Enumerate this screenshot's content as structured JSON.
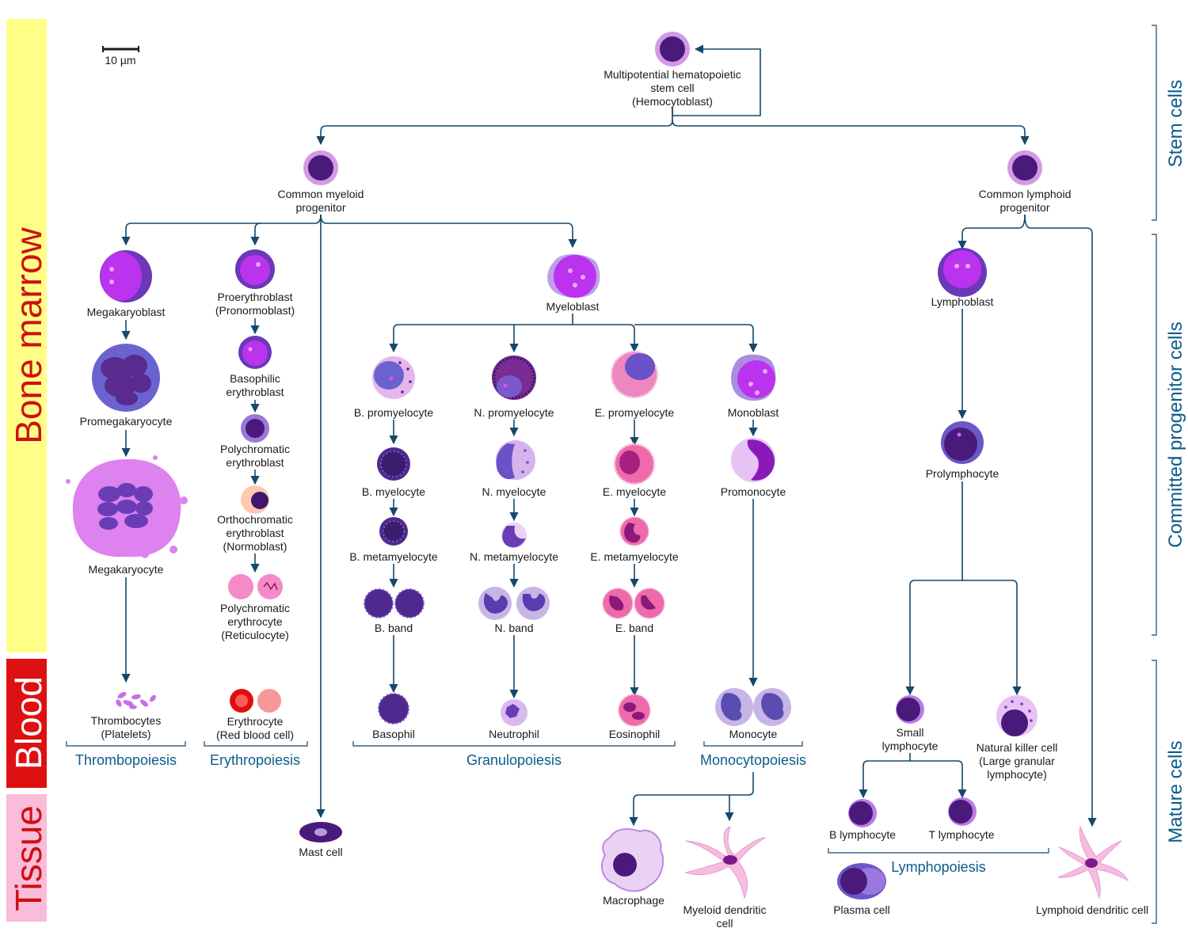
{
  "scale_bar": "10 µm",
  "zones": {
    "bone_marrow": "Bone marrow",
    "blood": "Blood",
    "tissue": "Tissue"
  },
  "stages": {
    "stem": "Stem cells",
    "committed": "Committed progenitor cells",
    "mature": "Mature cells"
  },
  "processes": {
    "thrombopoiesis": "Thrombopoiesis",
    "erythropoiesis": "Erythropoiesis",
    "granulopoiesis": "Granulopoiesis",
    "monocytopoiesis": "Monocytopoiesis",
    "lymphopoiesis": "Lymphopoiesis"
  },
  "cells": {
    "hsc": [
      "Multipotential hematopoietic",
      "stem cell",
      "(Hemocytoblast)"
    ],
    "cmp": [
      "Common myeloid",
      "progenitor"
    ],
    "clp": [
      "Common lymphoid",
      "progenitor"
    ],
    "megakaryoblast": [
      "Megakaryoblast"
    ],
    "promegakaryocyte": [
      "Promegakaryocyte"
    ],
    "megakaryocyte": [
      "Megakaryocyte"
    ],
    "thrombocytes": [
      "Thrombocytes",
      "(Platelets)"
    ],
    "proerythroblast": [
      "Proerythroblast",
      "(Pronormoblast)"
    ],
    "basophilic_erythroblast": [
      "Basophilic",
      "erythroblast"
    ],
    "polychromatic_erythroblast": [
      "Polychromatic",
      "erythroblast"
    ],
    "orthochromatic_erythroblast": [
      "Orthochromatic",
      "erythroblast",
      "(Normoblast)"
    ],
    "reticulocyte": [
      "Polychromatic",
      "erythrocyte",
      "(Reticulocyte)"
    ],
    "erythrocyte": [
      "Erythrocyte",
      "(Red blood cell)"
    ],
    "mast_cell": [
      "Mast cell"
    ],
    "myeloblast": [
      "Myeloblast"
    ],
    "b_promyelocyte": [
      "B. promyelocyte"
    ],
    "n_promyelocyte": [
      "N. promyelocyte"
    ],
    "e_promyelocyte": [
      "E. promyelocyte"
    ],
    "monoblast": [
      "Monoblast"
    ],
    "b_myelocyte": [
      "B. myelocyte"
    ],
    "n_myelocyte": [
      "N. myelocyte"
    ],
    "e_myelocyte": [
      "E. myelocyte"
    ],
    "promonocyte": [
      "Promonocyte"
    ],
    "b_metamyelocyte": [
      "B. metamyelocyte"
    ],
    "n_metamyelocyte": [
      "N. metamyelocyte"
    ],
    "e_metamyelocyte": [
      "E. metamyelocyte"
    ],
    "b_band": [
      "B. band"
    ],
    "n_band": [
      "N. band"
    ],
    "e_band": [
      "E. band"
    ],
    "basophil": [
      "Basophil"
    ],
    "neutrophil": [
      "Neutrophil"
    ],
    "eosinophil": [
      "Eosinophil"
    ],
    "monocyte": [
      "Monocyte"
    ],
    "macrophage": [
      "Macrophage"
    ],
    "myeloid_dendritic": [
      "Myeloid dendritic",
      "cell"
    ],
    "lymphoblast": [
      "Lymphoblast"
    ],
    "prolymphocyte": [
      "Prolymphocyte"
    ],
    "small_lymphocyte": [
      "Small",
      "lymphocyte"
    ],
    "nk_cell": [
      "Natural killer cell",
      "(Large granular",
      "lymphocyte)"
    ],
    "b_lymphocyte": [
      "B lymphocyte"
    ],
    "t_lymphocyte": [
      "T lymphocyte"
    ],
    "plasma_cell": [
      "Plasma cell"
    ],
    "lymphoid_dendritic": [
      "Lymphoid dendritic cell"
    ]
  },
  "colors": {
    "connector": "#15486b",
    "process_text": "#0a5c8c",
    "zone_text": "#cc1111",
    "bone_marrow_band": "#ffff88",
    "blood_band": "#dd1111",
    "tissue_band": "#f9bcd9"
  }
}
